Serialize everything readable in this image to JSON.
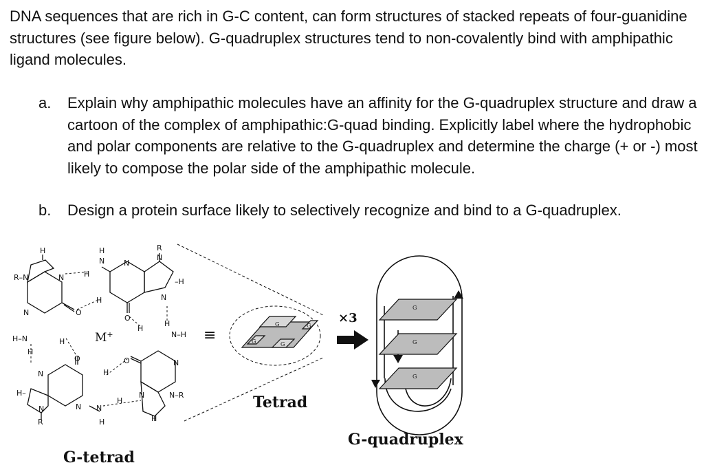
{
  "intro": "DNA sequences that are rich in G-C content, can form structures of stacked repeats of four-guanidine structures (see figure below). G-quadruplex structures tend to non-covalently bind with amphipathic ligand molecules.",
  "questions": [
    {
      "label": "a.",
      "text": "Explain why amphipathic molecules have an affinity for the G-quadruplex structure and draw a cartoon of the complex of amphipathic:G-quad binding. Explicitly label where the hydrophobic and polar components are relative to the G-quadruplex and determine the charge (+ or -) most likely to compose the polar side of the amphipathic molecule."
    },
    {
      "label": "b.",
      "text": "Design a protein surface likely to selectively recognize and bind to a G-quadruplex."
    }
  ],
  "figure": {
    "gtetrad_caption": "G-tetrad",
    "metal_ion": "M",
    "metal_charge": "+",
    "equivalence": "≡",
    "tetrad_caption": "Tetrad",
    "multiplier": "×3",
    "gquad_caption": "G-quadruplex",
    "guanine_letter": "G",
    "atoms": {
      "R": "R",
      "H": "H",
      "N": "N",
      "O": "O",
      "RN": "R–N",
      "HN": "H–N",
      "NH": "N–H",
      "NR": "N–R",
      "HS": "–H",
      "HL": "H–"
    }
  }
}
